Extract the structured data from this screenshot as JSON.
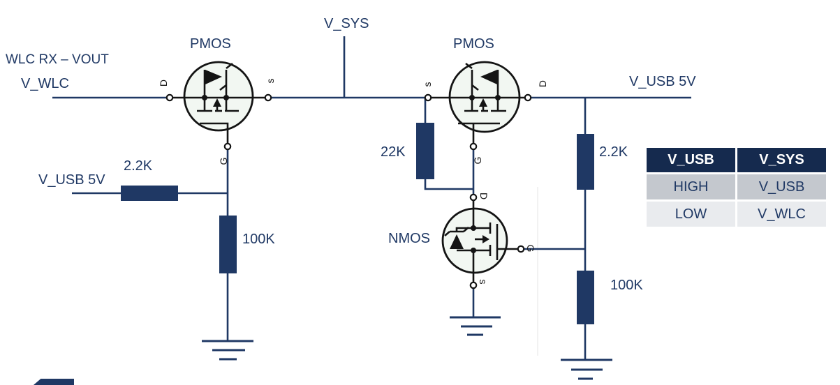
{
  "colors": {
    "navy": "#1f3864",
    "symbol": "#141414",
    "mos_fill": "#f2f7f2",
    "table_header_bg": "#152a4e",
    "table_header_text": "#ffffff",
    "table_row1_bg": "#c4c8ce",
    "table_row2_bg": "#e9ebee",
    "table_text": "#1f3864"
  },
  "labels": {
    "wlc_rx_vout": "WLC RX – VOUT",
    "v_wlc": "V_WLC",
    "pmos_left": "PMOS",
    "v_sys": "V_SYS",
    "pmos_right": "PMOS",
    "v_usb_5v_right": "V_USB 5V",
    "v_usb_5v_left": "V_USB 5V",
    "nmos": "NMOS",
    "r_2_2k_left": "2.2K",
    "r_100k_left": "100K",
    "r_22k": "22K",
    "r_2_2k_right": "2.2K",
    "r_100k_right": "100K"
  },
  "pins": {
    "pmos_left_d": "D",
    "pmos_left_s": "s",
    "pmos_left_g": "G",
    "pmos_right_s": "s",
    "pmos_right_d": "D",
    "pmos_right_g": "G",
    "nmos_d": "D",
    "nmos_s": "s",
    "nmos_g": "G"
  },
  "table": {
    "headers": [
      "V_USB",
      "V_SYS"
    ],
    "rows": [
      [
        "HIGH",
        "V_USB"
      ],
      [
        "LOW",
        "V_WLC"
      ]
    ]
  }
}
